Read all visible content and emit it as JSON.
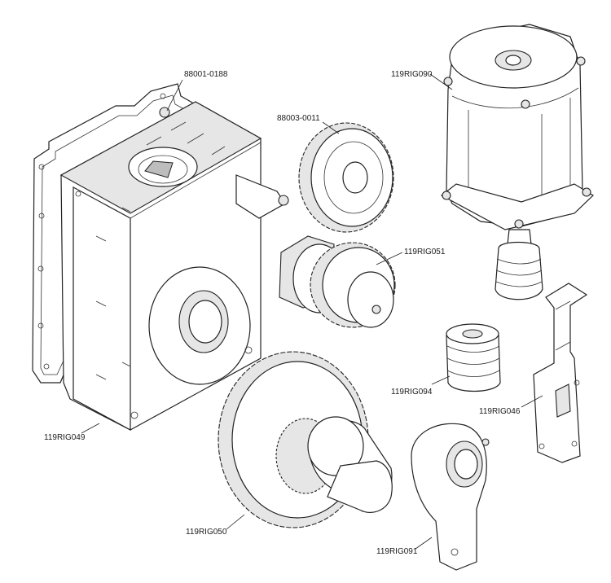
{
  "title": "",
  "parts": [
    {
      "id": "p1",
      "code": "88001-0188"
    },
    {
      "id": "p2",
      "code": "88003-0011"
    },
    {
      "id": "p3",
      "code": "119RIG090"
    },
    {
      "id": "p4",
      "code": "119RIG051"
    },
    {
      "id": "p5",
      "code": "119RIG094"
    },
    {
      "id": "p6",
      "code": "119RIG046"
    },
    {
      "id": "p7",
      "code": "119RIG049"
    },
    {
      "id": "p8",
      "code": "119RIG050"
    },
    {
      "id": "p9",
      "code": "119RIG091"
    }
  ]
}
